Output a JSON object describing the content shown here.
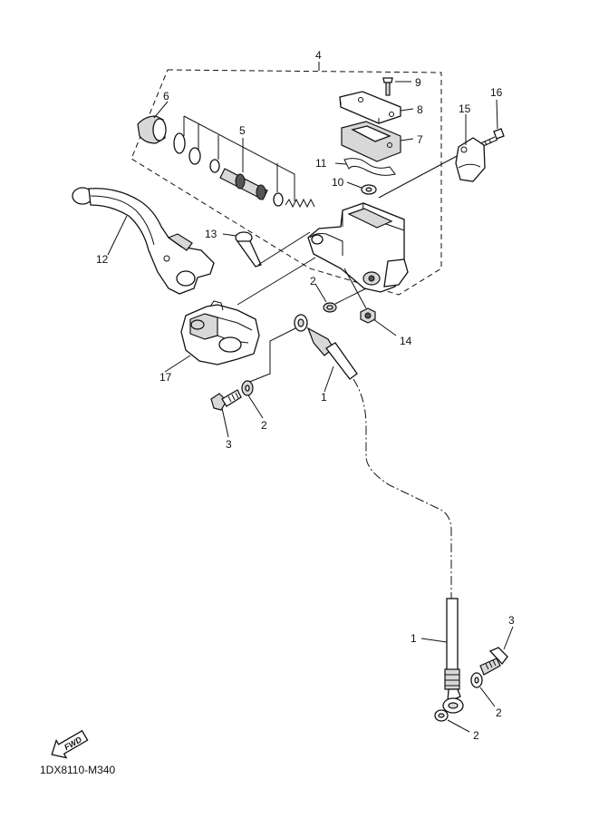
{
  "diagram": {
    "code": "1DX8110-M340",
    "fwd_badge": "FWD",
    "callouts": {
      "c1a": "1",
      "c1b": "1",
      "c2a": "2",
      "c2b": "2",
      "c2c": "2",
      "c2d": "2",
      "c3a": "3",
      "c3b": "3",
      "c4": "4",
      "c5": "5",
      "c6": "6",
      "c7": "7",
      "c8": "8",
      "c9": "9",
      "c10": "10",
      "c11": "11",
      "c12": "12",
      "c13": "13",
      "c14": "14",
      "c15": "15",
      "c16": "16",
      "c17": "17"
    }
  }
}
